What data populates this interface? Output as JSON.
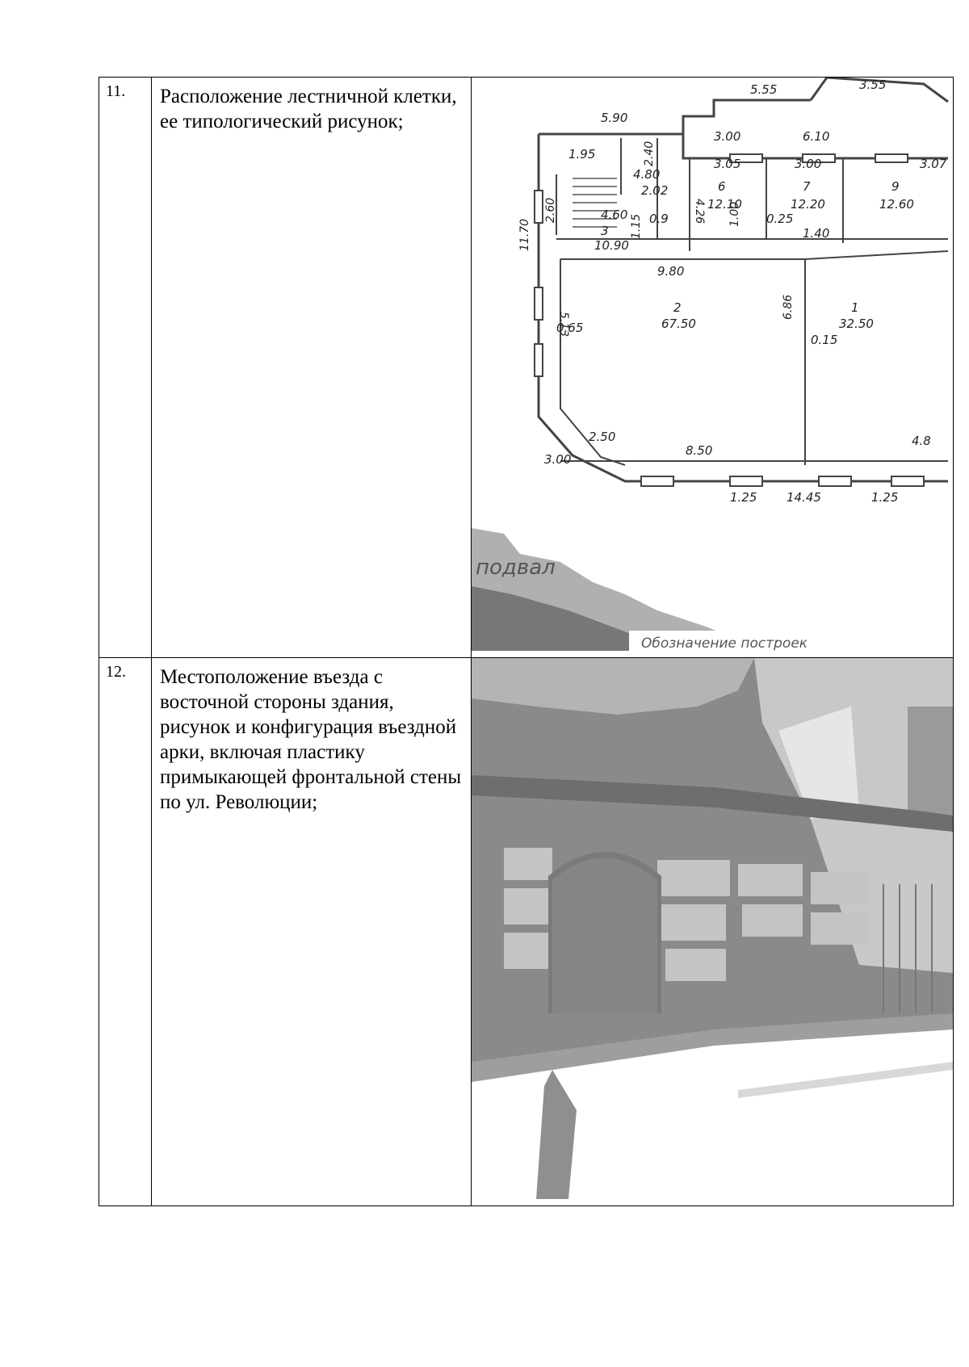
{
  "rows": [
    {
      "number": "11.",
      "description": "Расположение лестничной клетки, ее типологический рисунок;",
      "plan": {
        "dimensions": [
          "5.55",
          "3.55",
          "5.90",
          "3.00",
          "6.10",
          "3.05",
          "3.00",
          "3.07",
          "1.95",
          "4.80",
          "2.02",
          "6",
          "12.10",
          "7",
          "12.20",
          "9",
          "12.60",
          "4.60",
          "3",
          "10.90",
          "1.40",
          "11.70",
          "4.26",
          "2.60",
          "2.40",
          "9.80",
          "2",
          "67.50",
          "1",
          "32.50",
          "5.13",
          "6.86",
          "0.65",
          "0.15",
          "2.50",
          "3.00",
          "8.50",
          "1.25",
          "14.45",
          "1.25",
          "4.8",
          "0.9",
          "1.15",
          "1.00",
          "0.25"
        ],
        "basement_caption": "подвал",
        "bottom_caption": "Обозначение построек"
      }
    },
    {
      "number": "12.",
      "description": "Местоположение въезда с восточной стороны здания, рисунок и конфигурация въездной арки, включая пластику примыкающей фронтальной стены по ул. Революции;"
    }
  ]
}
